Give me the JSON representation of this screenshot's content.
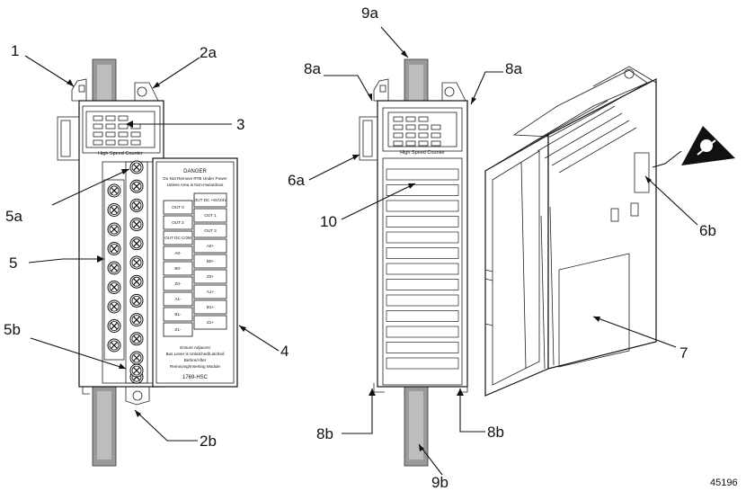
{
  "callouts": {
    "c1": "1",
    "c2a": "2a",
    "c3": "3",
    "c4": "4",
    "c5": "5",
    "c5a": "5a",
    "c5b": "5b",
    "c2b": "2b",
    "c9a": "9a",
    "c8a_left": "8a",
    "c8a_right": "8a",
    "c6a": "6a",
    "c10": "10",
    "c8b_left": "8b",
    "c8b_right": "8b",
    "c9b": "9b",
    "c6b": "6b",
    "c7": "7"
  },
  "module": {
    "panel_name": "High Speed Counter",
    "model": "1769-HSC",
    "danger_title": "DANGER",
    "danger_line1": "Do Not Remove RTB Under Power",
    "danger_line2": "Unless Area is Non-Hazardous",
    "ensure_line1": "Ensure Adjacent",
    "ensure_line2": "Bus Lever is Unlatched/Latched",
    "ensure_line3": "Before/After",
    "ensure_line4": "Removing/Inserting Module",
    "left_terminals": [
      "OUT 0",
      "OUT 2",
      "OUT DC COM",
      "A0-",
      "B0-",
      "Z0-",
      "A1-",
      "B1-",
      "Z1-"
    ],
    "right_terminals": [
      "OUT DC +5V/24V",
      "OUT 1",
      "OUT 3",
      "A0+",
      "B0+",
      "Z0+",
      "A1+",
      "B1+",
      "Z1+"
    ]
  },
  "figure_number": "45196"
}
